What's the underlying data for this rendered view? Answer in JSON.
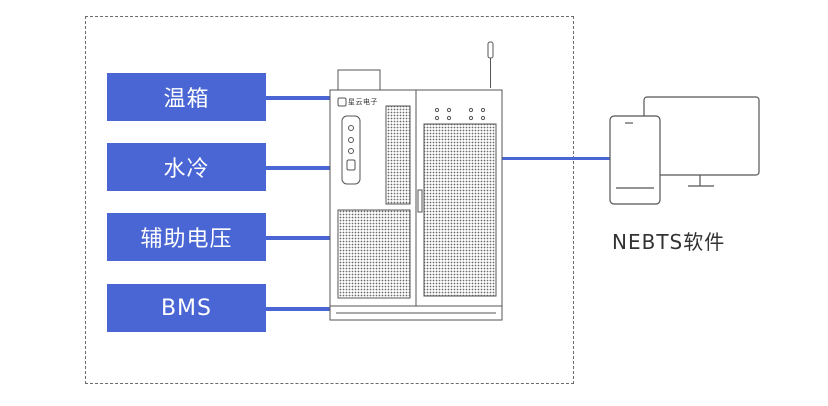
{
  "inputs": {
    "items": [
      {
        "label": "温箱"
      },
      {
        "label": "水冷"
      },
      {
        "label": "辅助电压"
      },
      {
        "label": "BMS"
      }
    ]
  },
  "cabinet": {
    "brand_text": "星云电子"
  },
  "software": {
    "label": "NEBTS软件"
  },
  "colors": {
    "accent": "#4a66d4",
    "frame": "#6b6b6b",
    "outline": "#555555"
  }
}
